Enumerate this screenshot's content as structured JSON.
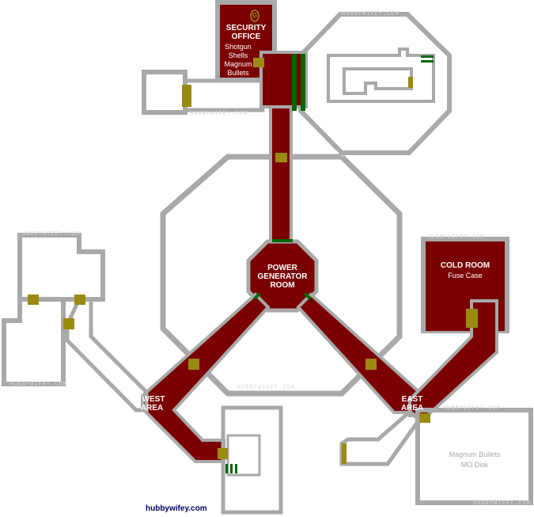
{
  "map": {
    "colors": {
      "wall": "#a9a9a9",
      "floor": "#ffffff",
      "explored": "#7b0000",
      "door": "#9a8a10",
      "green_door": "#006600",
      "text": "#ffffff",
      "muted_text": "#a8a8a8",
      "credit": "#000066"
    },
    "icons": [
      "save-typewriter-icon"
    ],
    "save_marker": "G",
    "rooms": {
      "security_office": {
        "title_line1": "SECURITY",
        "title_line2": "OFFICE",
        "item1_line1": "Shotgun",
        "item1_line2": "Shells",
        "item2_line1": "Magnum",
        "item2_line2": "Bullets"
      },
      "power_generator": {
        "line1": "POWER",
        "line2": "GENERATOR",
        "line3": "ROOM"
      },
      "cold_room": {
        "title": "COLD ROOM",
        "item": "Fuse Case"
      },
      "west_area": {
        "line1": "WEST",
        "line2": "AREA"
      },
      "east_area": {
        "line1": "EAST",
        "line2": "AREA"
      },
      "storage_room": {
        "item1": "Magnum Bullets",
        "item2": "MO Disk"
      }
    },
    "watermark": "HUBBYWIFEY.COM",
    "credit": "hubbywifey.com"
  }
}
